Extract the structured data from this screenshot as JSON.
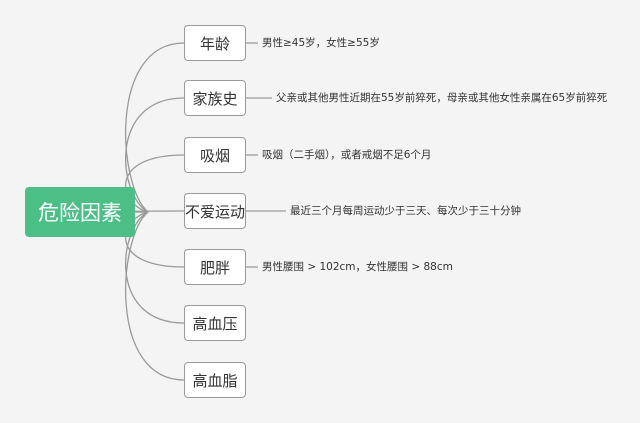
{
  "root": {
    "label": "危险因素"
  },
  "factors": [
    {
      "label": "年龄",
      "detail": "男性≥45岁，女性≥55岁"
    },
    {
      "label": "家族史",
      "detail": "父亲或其他男性近期在55岁前猝死，母亲或其他女性亲属在65岁前猝死"
    },
    {
      "label": "吸烟",
      "detail": "吸烟（二手烟），或者戒烟不足6个月"
    },
    {
      "label": "不爱运动",
      "detail": "最近三个月每周运动少于三天、每次少于三十分钟"
    },
    {
      "label": "肥胖",
      "detail": "男性腰围 > 102cm，女性腰围 > 88cm"
    },
    {
      "label": "高血压",
      "detail": ""
    },
    {
      "label": "高血脂",
      "detail": ""
    }
  ],
  "colors": {
    "root_fill": "#4cbf86",
    "connector": "#9a9a9a",
    "background": "#f4f4f4"
  }
}
